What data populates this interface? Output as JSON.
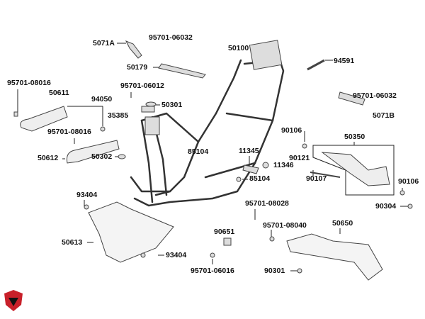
{
  "diagram": {
    "parts": [
      {
        "ref": "5071A"
      },
      {
        "ref": "95701-06032"
      },
      {
        "ref": "50179"
      },
      {
        "ref": "50100"
      },
      {
        "ref": "94591"
      },
      {
        "ref": "95701-08016"
      },
      {
        "ref": "50611"
      },
      {
        "ref": "94050"
      },
      {
        "ref": "95701-06012"
      },
      {
        "ref": "50301"
      },
      {
        "ref": "35385"
      },
      {
        "ref": "95701-06032"
      },
      {
        "ref": "5071B"
      },
      {
        "ref": "95701-08016"
      },
      {
        "ref": "90106"
      },
      {
        "ref": "50350"
      },
      {
        "ref": "85104"
      },
      {
        "ref": "11345"
      },
      {
        "ref": "90121"
      },
      {
        "ref": "11346"
      },
      {
        "ref": "50612"
      },
      {
        "ref": "50302"
      },
      {
        "ref": "90107"
      },
      {
        "ref": "85104"
      },
      {
        "ref": "90106"
      },
      {
        "ref": "93404"
      },
      {
        "ref": "90304"
      },
      {
        "ref": "95701-08028"
      },
      {
        "ref": "50613"
      },
      {
        "ref": "90651"
      },
      {
        "ref": "95701-08040"
      },
      {
        "ref": "50650"
      },
      {
        "ref": "93404"
      },
      {
        "ref": "90301"
      },
      {
        "ref": "95701-06016"
      }
    ],
    "logo_color": "#c8202a"
  }
}
